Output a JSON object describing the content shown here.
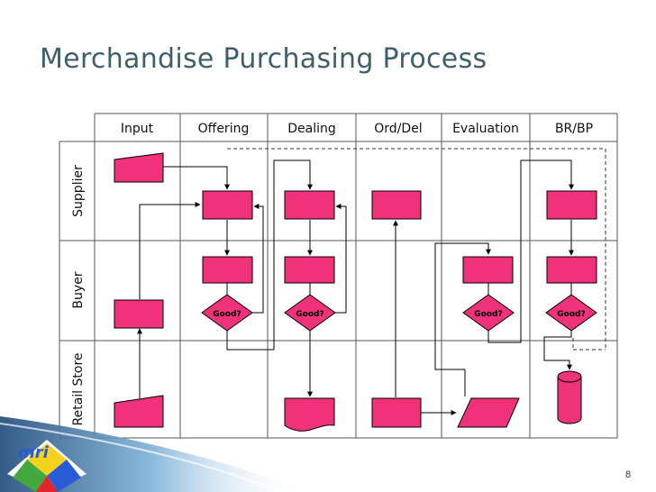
{
  "slide": {
    "title": "Merchandise Purchasing Process",
    "page_number": "8"
  },
  "columns": [
    "Input",
    "Offering",
    "Dealing",
    "Ord/Del",
    "Evaluation",
    "BR/BP"
  ],
  "lanes": [
    "Supplier",
    "Buyer",
    "Retail Store"
  ],
  "decision_label": "Good?",
  "logo": {
    "text": "mri"
  },
  "colors": {
    "shape_fill": "#f0327a",
    "title": "#3f5f6a",
    "logo_red": "#e0262b",
    "logo_blue": "#2a5bd7",
    "logo_yellow": "#f5d21c",
    "logo_green": "#43a83d"
  }
}
